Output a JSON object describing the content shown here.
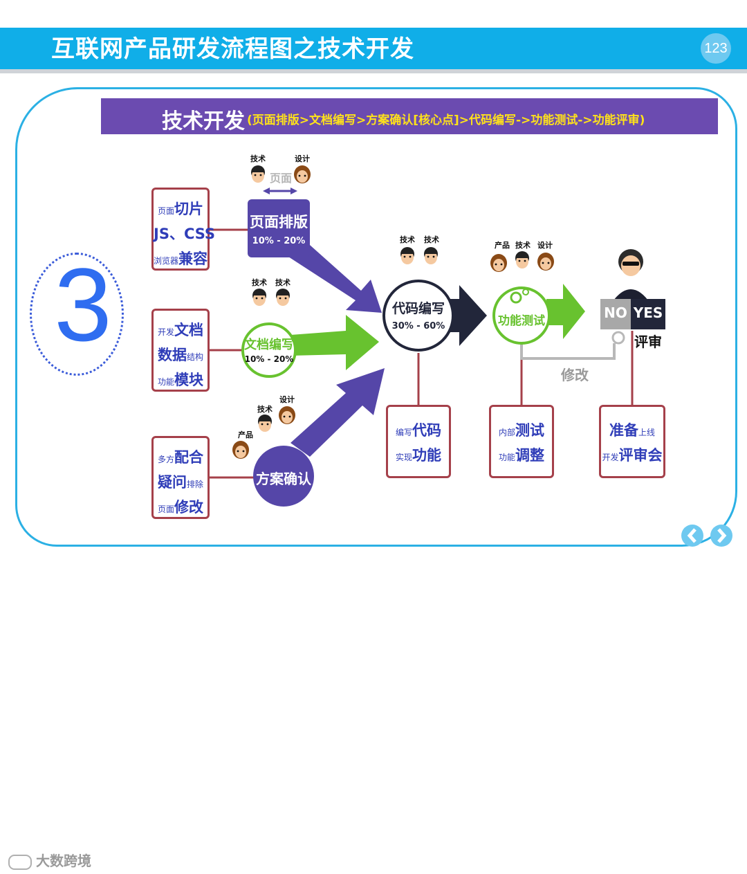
{
  "header": {
    "title": "互联网产品研发流程图之技术开发",
    "page_number": "123"
  },
  "banner": {
    "title": "技术开发",
    "subtitle": "(页面排版>文档编写>方案确认[核心点]>代码编写->功能测试->功能评审)"
  },
  "step_number": "3",
  "left_boxes": [
    {
      "lines": [
        [
          {
            "t": "页面",
            "s": "sm"
          },
          {
            "t": "切片",
            "s": "lg"
          }
        ],
        [
          {
            "t": "JS、CSS",
            "s": "lg"
          }
        ],
        [
          {
            "t": "浏览器",
            "s": "sm"
          },
          {
            "t": "兼容",
            "s": "lg"
          }
        ]
      ]
    },
    {
      "lines": [
        [
          {
            "t": "开发",
            "s": "sm"
          },
          {
            "t": "文档",
            "s": "lg"
          }
        ],
        [
          {
            "t": "数据",
            "s": "lg"
          },
          {
            "t": "结构",
            "s": "sm"
          }
        ],
        [
          {
            "t": "功能",
            "s": "sm"
          },
          {
            "t": "模块",
            "s": "lg"
          }
        ]
      ]
    },
    {
      "lines": [
        [
          {
            "t": "多方",
            "s": "sm"
          },
          {
            "t": "配合",
            "s": "lg"
          }
        ],
        [
          {
            "t": "疑问",
            "s": "lg"
          },
          {
            "t": "排除",
            "s": "sm"
          }
        ],
        [
          {
            "t": "页面",
            "s": "sm"
          },
          {
            "t": "修改",
            "s": "lg"
          }
        ]
      ]
    }
  ],
  "nodes": {
    "layout": {
      "label": "页面排版",
      "range": "10% - 20%",
      "tag": "页面"
    },
    "docs": {
      "label": "文档编写",
      "range": "10% - 20%"
    },
    "plan": {
      "label": "方案确认"
    },
    "code": {
      "label": "代码编写",
      "range": "30% - 60%"
    },
    "test": {
      "label": "功能测试"
    },
    "review": {
      "no": "NO",
      "yes": "YES",
      "label": "评审",
      "loop": "修改"
    }
  },
  "roles": {
    "layout": [
      "技术",
      "设计"
    ],
    "docs": [
      "技术",
      "技术"
    ],
    "plan": [
      "产品",
      "技术",
      "设计"
    ],
    "code": [
      "技术",
      "技术"
    ],
    "test": [
      "产品",
      "技术",
      "设计"
    ]
  },
  "bottom_boxes": [
    {
      "lines": [
        [
          {
            "t": "编写",
            "s": "sm"
          },
          {
            "t": "代码",
            "s": "lg"
          }
        ],
        [
          {
            "t": "实现",
            "s": "sm"
          },
          {
            "t": "功能",
            "s": "lg"
          }
        ]
      ]
    },
    {
      "lines": [
        [
          {
            "t": "内部",
            "s": "sm"
          },
          {
            "t": "测试",
            "s": "lg"
          }
        ],
        [
          {
            "t": "功能",
            "s": "sm"
          },
          {
            "t": "调整",
            "s": "lg"
          }
        ]
      ]
    },
    {
      "lines": [
        [
          {
            "t": "准备",
            "s": "lg"
          },
          {
            "t": "上线",
            "s": "sm"
          }
        ],
        [
          {
            "t": "开发",
            "s": "sm"
          },
          {
            "t": "评审会",
            "s": "lg"
          }
        ]
      ]
    }
  ],
  "watermark": "大数跨境",
  "colors": {
    "header_blue": "#10aee8",
    "banner_purple": "#6b4bb0",
    "banner_text_yellow": "#ffe21a",
    "arrow_purple": "#5546a8",
    "arrow_green": "#68c22f",
    "node_dark": "#22263a",
    "box_border": "#a5404a",
    "box_text": "#2f3db8"
  }
}
